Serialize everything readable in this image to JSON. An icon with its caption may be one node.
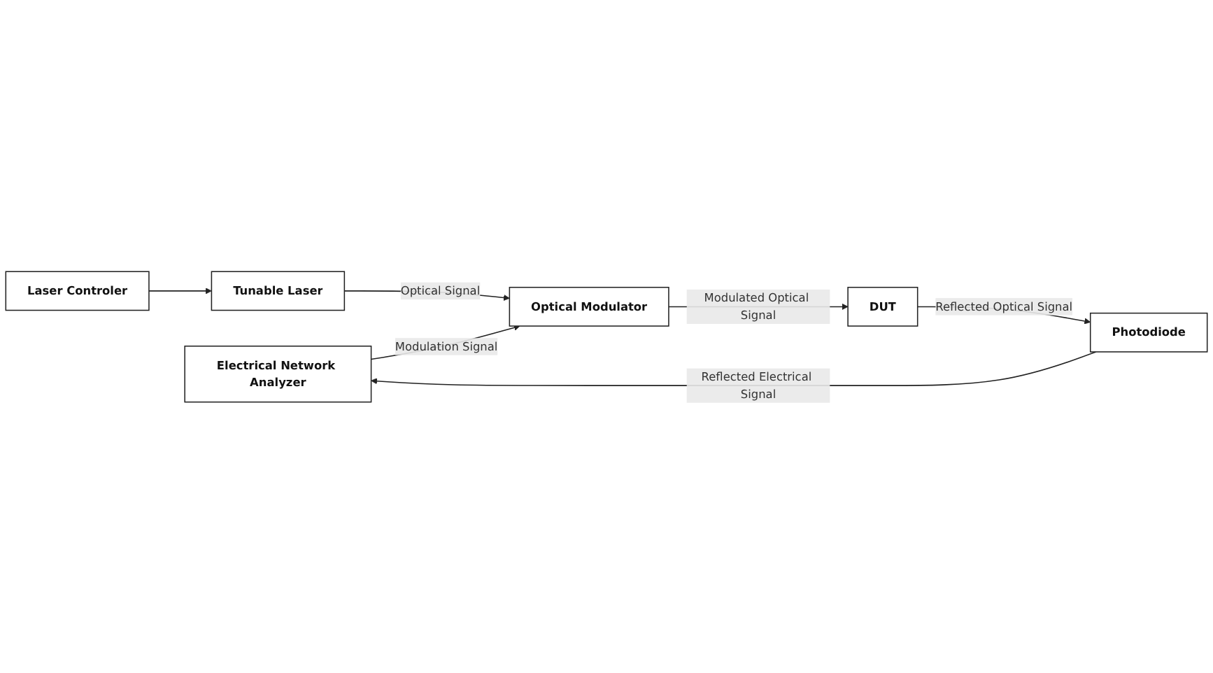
{
  "diagram": {
    "nodes": [
      {
        "text": [
          "Electrical Network Analyzer"
        ]
      },
      {
        "text": [
          "Laser Controler"
        ]
      },
      {
        "text": [
          "Tunable Laser"
        ]
      },
      {
        "text": [
          "Optical Modulator"
        ]
      },
      {
        "text": [
          "Photodiode"
        ]
      },
      {
        "text": [
          "DUT"
        ]
      }
    ],
    "edges": [
      {
        "from": 1,
        "to": 2,
        "arrow": "to"
      },
      {
        "from": 2,
        "to": 3,
        "arrow": "to",
        "label": "Optical Signal"
      },
      {
        "from": 0,
        "to": 3,
        "arrow": "to",
        "label": "Modulation Signal"
      },
      {
        "from": 3,
        "to": 5,
        "arrow": "to",
        "label": "Modulated Optical Signal"
      },
      {
        "from": 5,
        "to": 4,
        "arrow": "to",
        "label": "Reflected Optical Signal"
      },
      {
        "from": 4,
        "to": 0,
        "arrow": "to",
        "label": "Reflected Electrical Signal"
      }
    ]
  }
}
